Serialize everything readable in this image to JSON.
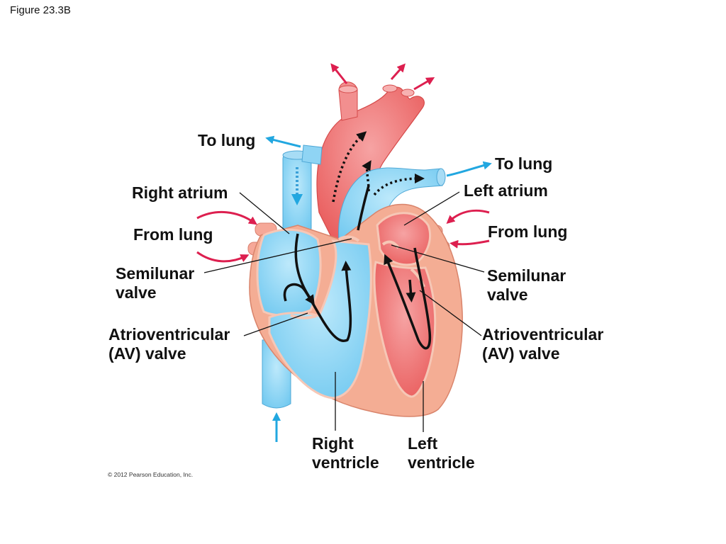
{
  "figure": {
    "title": "Figure 23.3B",
    "copyright": "© 2012 Pearson Education, Inc."
  },
  "labels": {
    "to_lung_left": "To lung",
    "to_lung_right": "To lung",
    "right_atrium": "Right atrium",
    "left_atrium": "Left atrium",
    "from_lung_left": "From lung",
    "from_lung_right": "From lung",
    "semilunar_left": [
      "Semilunar",
      "valve"
    ],
    "semilunar_right": [
      "Semilunar",
      "valve"
    ],
    "av_left": [
      "Atrioventricular",
      "(AV) valve"
    ],
    "av_right": [
      "Atrioventricular",
      "(AV) valve"
    ],
    "right_ventricle": [
      "Right",
      "ventricle"
    ],
    "left_ventricle": [
      "Left",
      "ventricle"
    ]
  },
  "colors": {
    "oxygen_poor": "#6ec8f0",
    "oxygen_rich": "#ee5a5a",
    "muscle": "#f4ad94",
    "arrow_blue": "#22a7e0",
    "arrow_red": "#dd1f4f"
  }
}
